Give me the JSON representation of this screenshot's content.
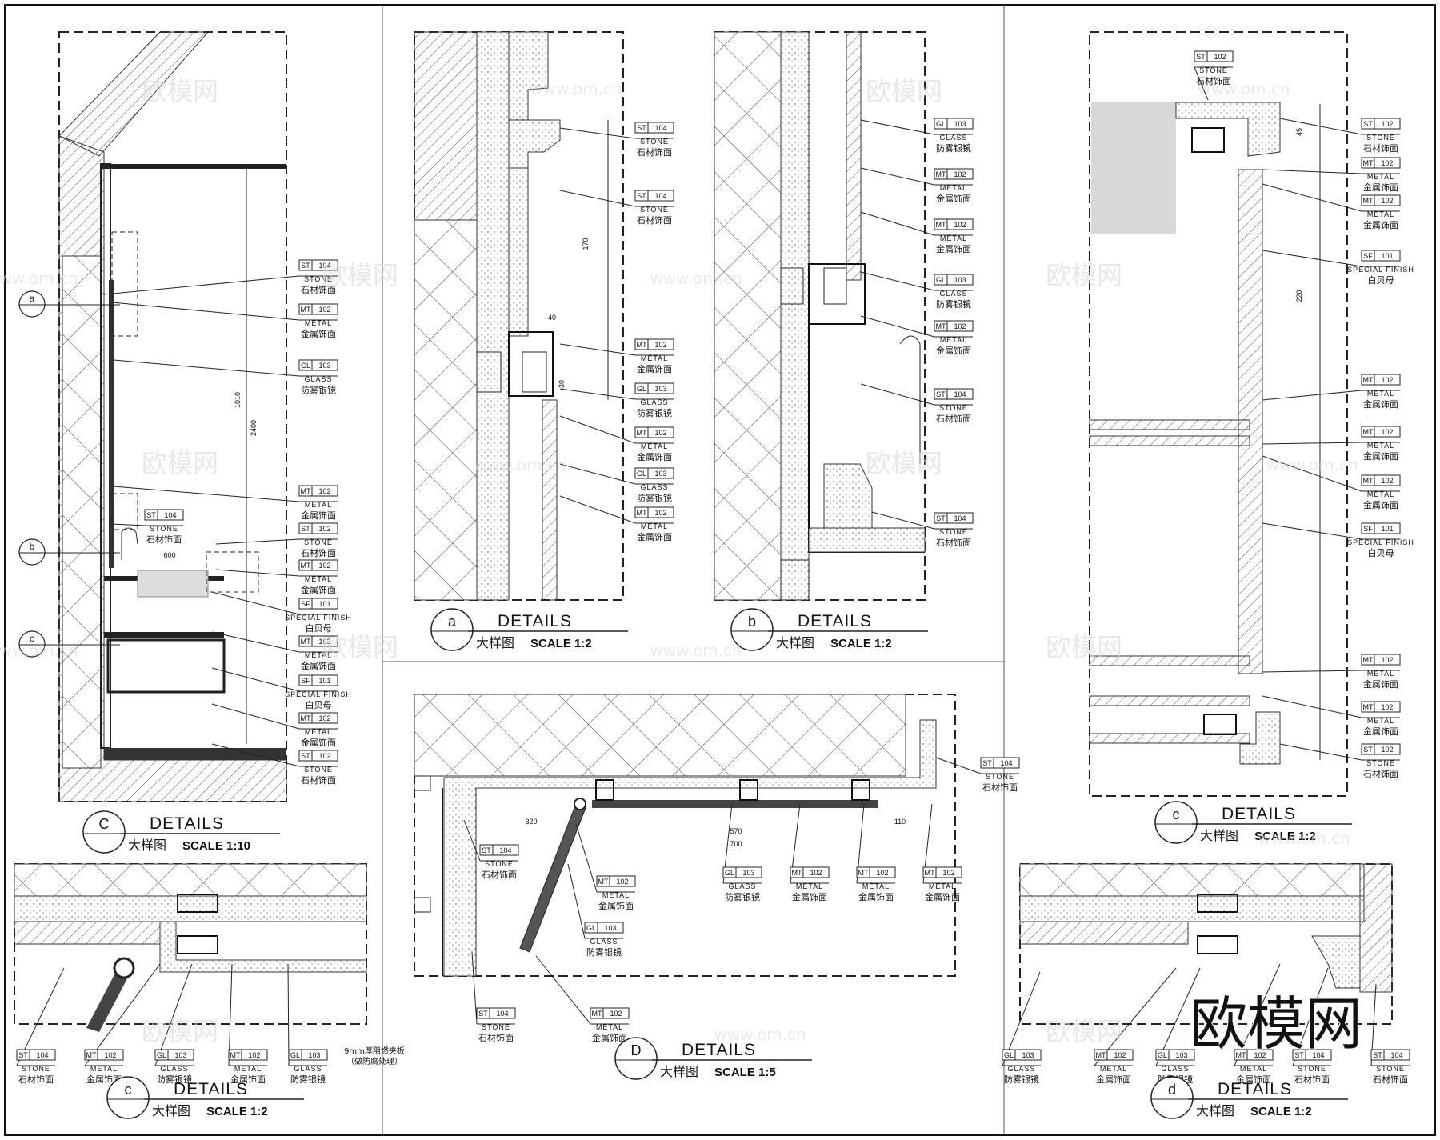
{
  "watermark": {
    "brand": "欧模网",
    "url": "www.om.cn"
  },
  "tag_types": {
    "ST": {
      "material": "STONE",
      "cn": "石材饰面"
    },
    "MT": {
      "material": "METAL",
      "cn": "金属饰面"
    },
    "GL": {
      "material": "GLASS",
      "cn": "防雾银镜"
    },
    "SF": {
      "material": "SPECIAL FINISH",
      "cn": "白贝母"
    }
  },
  "details": [
    {
      "id": "c-main",
      "letter": "C",
      "title": "DETAILS",
      "cn": "大样图",
      "scale": "SCALE 1:10"
    },
    {
      "id": "a",
      "letter": "a",
      "title": "DETAILS",
      "cn": "大样图",
      "scale": "SCALE 1:2"
    },
    {
      "id": "b",
      "letter": "b",
      "title": "DETAILS",
      "cn": "大样图",
      "scale": "SCALE 1:2"
    },
    {
      "id": "c-right",
      "letter": "c",
      "title": "DETAILS",
      "cn": "大样图",
      "scale": "SCALE 1:2"
    },
    {
      "id": "D",
      "letter": "D",
      "title": "DETAILS",
      "cn": "大样图",
      "scale": "SCALE 1:5"
    },
    {
      "id": "c-bottom",
      "letter": "c",
      "title": "DETAILS",
      "cn": "大样图",
      "scale": "SCALE 1:2"
    },
    {
      "id": "d",
      "letter": "d",
      "title": "DETAILS",
      "cn": "大样图",
      "scale": "SCALE 1:2"
    }
  ],
  "section_markers": [
    "a",
    "b",
    "c"
  ],
  "dimensions": [
    "600",
    "320",
    "570",
    "700",
    "110",
    "40",
    "30",
    "170",
    "220",
    "45",
    "2400",
    "1010"
  ],
  "note": "9mm厚阻燃夹板\n（做防腐处理）",
  "tags": [
    {
      "code": "ST",
      "num": "104"
    },
    {
      "code": "MT",
      "num": "102"
    },
    {
      "code": "GL",
      "num": "103"
    },
    {
      "code": "MT",
      "num": "102"
    },
    {
      "code": "ST",
      "num": "104"
    },
    {
      "code": "ST",
      "num": "102"
    },
    {
      "code": "MT",
      "num": "102"
    },
    {
      "code": "SF",
      "num": "101"
    },
    {
      "code": "MT",
      "num": "102"
    },
    {
      "code": "SF",
      "num": "101"
    },
    {
      "code": "MT",
      "num": "102"
    },
    {
      "code": "ST",
      "num": "102"
    },
    {
      "code": "ST",
      "num": "104"
    },
    {
      "code": "ST",
      "num": "104"
    },
    {
      "code": "MT",
      "num": "102"
    },
    {
      "code": "GL",
      "num": "103"
    },
    {
      "code": "MT",
      "num": "102"
    },
    {
      "code": "GL",
      "num": "103"
    },
    {
      "code": "MT",
      "num": "102"
    },
    {
      "code": "GL",
      "num": "103"
    },
    {
      "code": "MT",
      "num": "102"
    },
    {
      "code": "MT",
      "num": "102"
    },
    {
      "code": "GL",
      "num": "103"
    },
    {
      "code": "MT",
      "num": "102"
    },
    {
      "code": "ST",
      "num": "104"
    },
    {
      "code": "ST",
      "num": "104"
    },
    {
      "code": "ST",
      "num": "102"
    },
    {
      "code": "ST",
      "num": "102"
    },
    {
      "code": "MT",
      "num": "102"
    },
    {
      "code": "MT",
      "num": "102"
    },
    {
      "code": "SF",
      "num": "101"
    },
    {
      "code": "MT",
      "num": "102"
    },
    {
      "code": "MT",
      "num": "102"
    },
    {
      "code": "MT",
      "num": "102"
    },
    {
      "code": "SF",
      "num": "101"
    },
    {
      "code": "MT",
      "num": "102"
    },
    {
      "code": "MT",
      "num": "102"
    },
    {
      "code": "ST",
      "num": "102"
    },
    {
      "code": "ST",
      "num": "104"
    },
    {
      "code": "ST",
      "num": "104"
    },
    {
      "code": "MT",
      "num": "102"
    },
    {
      "code": "GL",
      "num": "103"
    },
    {
      "code": "MT",
      "num": "102"
    },
    {
      "code": "MT",
      "num": "102"
    },
    {
      "code": "MT",
      "num": "102"
    },
    {
      "code": "GL",
      "num": "103"
    },
    {
      "code": "ST",
      "num": "104"
    },
    {
      "code": "MT",
      "num": "102"
    },
    {
      "code": "ST",
      "num": "104"
    },
    {
      "code": "MT",
      "num": "102"
    },
    {
      "code": "GL",
      "num": "103"
    },
    {
      "code": "MT",
      "num": "102"
    },
    {
      "code": "GL",
      "num": "103"
    },
    {
      "code": "GL",
      "num": "103"
    },
    {
      "code": "MT",
      "num": "102"
    },
    {
      "code": "GL",
      "num": "103"
    },
    {
      "code": "MT",
      "num": "102"
    },
    {
      "code": "ST",
      "num": "104"
    },
    {
      "code": "ST",
      "num": "104"
    }
  ]
}
